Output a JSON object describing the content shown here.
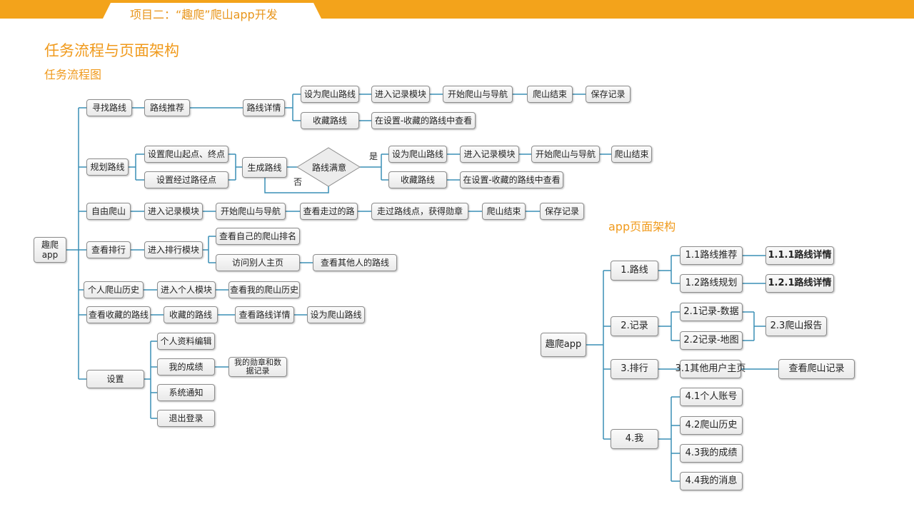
{
  "header": {
    "title": "项目二：“趣爬”爬山app开发"
  },
  "headings": {
    "main": "任务流程与页面架构",
    "flow": "任务流程图",
    "arch": "app页面架构"
  },
  "colors": {
    "accent": "#f3a31b",
    "connector": "#3a8fb5"
  },
  "flow": {
    "root": "趣爬\napp",
    "find": {
      "label": "寻找路线",
      "recommend": "路线推荐",
      "detail": "路线详情",
      "set_route": "设为爬山路线",
      "enter_record": "进入记录模块",
      "start_nav": "开始爬山与导航",
      "end": "爬山结束",
      "save": "保存记录",
      "collect": "收藏路线",
      "view_in_settings": "在设置-收藏的路线中查看"
    },
    "plan": {
      "label": "规划路线",
      "set_points": "设置爬山起点、终点",
      "set_waypoints": "设置经过路径点",
      "generate": "生成路线",
      "satisfied": "路线满意",
      "yes": "是",
      "no": "否",
      "set_route": "设为爬山路线",
      "enter_record": "进入记录模块",
      "start_nav": "开始爬山与导航",
      "end": "爬山结束",
      "collect": "收藏路线",
      "view_in_settings": "在设置-收藏的路线中查看"
    },
    "free": {
      "label": "自由爬山",
      "enter_record": "进入记录模块",
      "start_nav": "开始爬山与导航",
      "view_path": "查看走过的路",
      "medal": "走过路线点，获得勋章",
      "end": "爬山结束",
      "save": "保存记录"
    },
    "rank": {
      "label": "查看排行",
      "enter": "进入排行模块",
      "my_rank": "查看自己的爬山排名",
      "visit": "访问别人主页",
      "others_routes": "查看其他人的路线"
    },
    "history": {
      "label": "个人爬山历史",
      "enter": "进入个人模块",
      "view": "查看我的爬山历史"
    },
    "collected": {
      "label": "查看收藏的路线",
      "list": "收藏的路线",
      "detail": "查看路线详情",
      "set_route": "设为爬山路线"
    },
    "settings": {
      "label": "设置",
      "edit_profile": "个人资料编辑",
      "achievements": "我的成绩",
      "medal_record": "我的勋章和数据记录",
      "notifications": "系统通知",
      "logout": "退出登录"
    }
  },
  "arch": {
    "root": "趣爬app",
    "route": {
      "label": "1.路线",
      "rec": "1.1路线推荐",
      "rec_detail": "1.1.1路线详情",
      "plan": "1.2路线规划",
      "plan_detail": "1.2.1路线详情"
    },
    "record": {
      "label": "2.记录",
      "data": "2.1记录-数据",
      "map": "2.2记录-地图",
      "report": "2.3爬山报告"
    },
    "rank": {
      "label": "3.排行",
      "others": "3.1其他用户主页",
      "view_records": "查看爬山记录"
    },
    "me": {
      "label": "4.我",
      "account": "4.1个人账号",
      "history": "4.2爬山历史",
      "achievements": "4.3我的成绩",
      "messages": "4.4我的消息"
    }
  }
}
